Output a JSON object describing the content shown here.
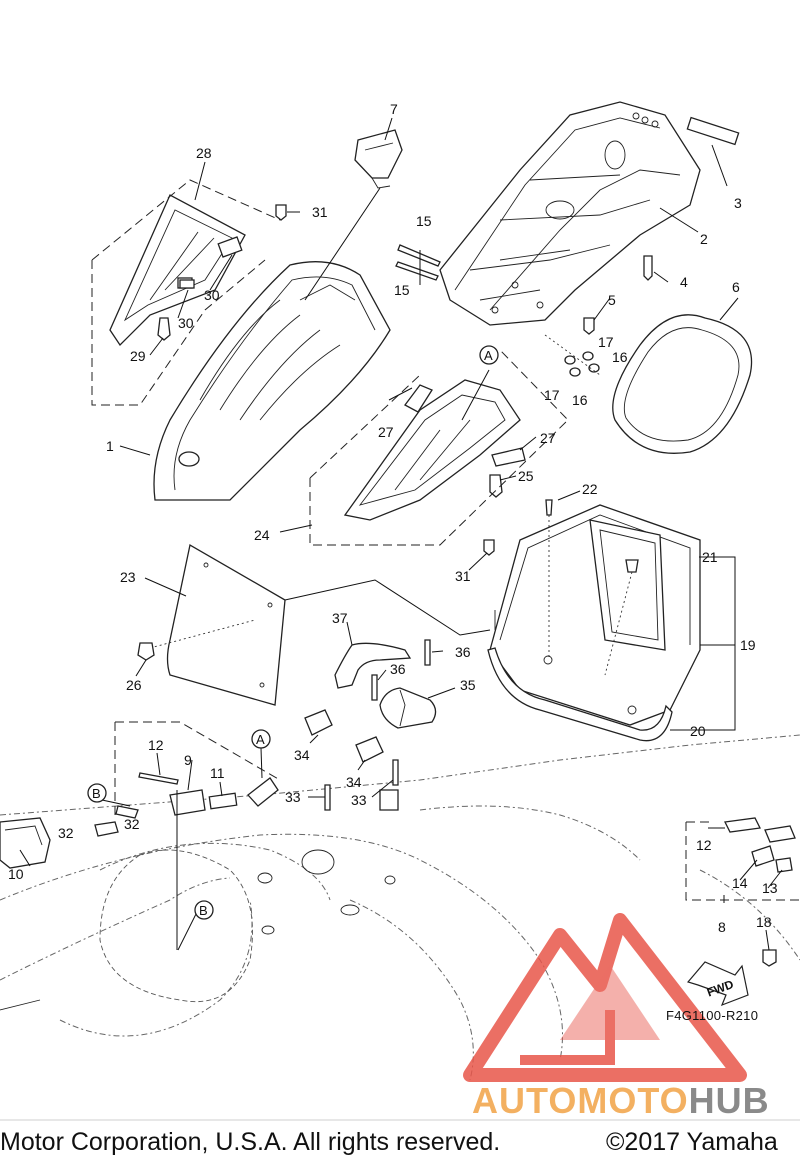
{
  "diagram": {
    "code": "F4G1100-R210",
    "fwd_label": "FWD",
    "callouts": [
      "1",
      "2",
      "3",
      "4",
      "5",
      "6",
      "7",
      "8",
      "9",
      "10",
      "11",
      "12",
      "12",
      "13",
      "14",
      "15",
      "15",
      "16",
      "16",
      "17",
      "17",
      "18",
      "19",
      "20",
      "21",
      "22",
      "23",
      "24",
      "25",
      "26",
      "27",
      "27",
      "28",
      "29",
      "30",
      "30",
      "31",
      "31",
      "32",
      "32",
      "33",
      "33",
      "34",
      "34",
      "35",
      "36",
      "36",
      "37"
    ],
    "circle_labels": [
      "A",
      "A",
      "B",
      "B"
    ]
  },
  "watermark": {
    "part1": "AUTOMOTO",
    "part2": "HUB",
    "colors": {
      "logo_red": "#e8564a",
      "logo_orange": "#f3b061",
      "logo_gray": "#8a8a8a"
    }
  },
  "footer": {
    "copyright_left": "Motor Corporation, U.S.A. All rights reserved.",
    "copyright_right": "©2017 Yamaha"
  }
}
